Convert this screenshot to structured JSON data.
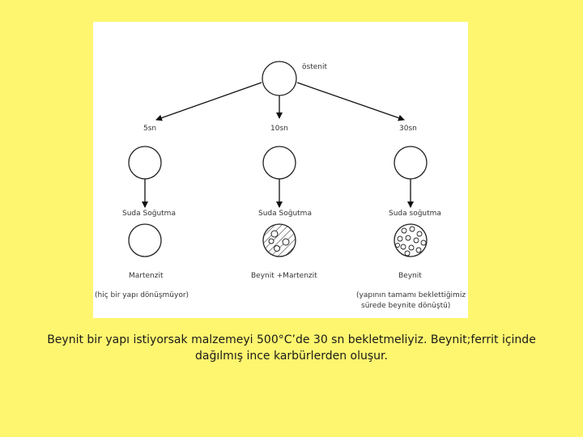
{
  "diagram": {
    "root": "östenit",
    "times": [
      "5sn",
      "10sn",
      "30sn"
    ],
    "quench": [
      "Suda Soğutma",
      "Suda Soğutma",
      "Suda soğutma"
    ],
    "products": [
      "Martenzit",
      "Beynit +Martenzit",
      "Beynit"
    ],
    "notes": {
      "left": "(hiç bir yapı dönüşmüyor)",
      "right_line1": "(yapının tamamı beklettiğimiz",
      "right_line2": "sürede beynite dönüştü)"
    }
  },
  "caption": {
    "line1": "Beynit  bir yapı istiyorsak malzemeyi  500°C’de 30 sn bekletmeliyiz. Beynit;ferrit içinde",
    "line2": "dağılmış ince karbürlerden oluşur."
  }
}
